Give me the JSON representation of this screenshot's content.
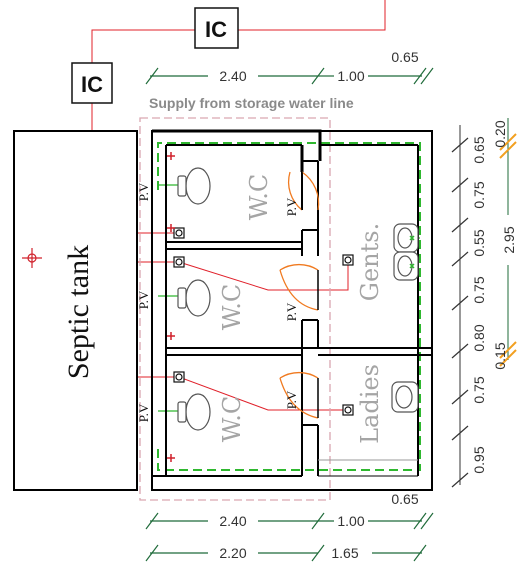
{
  "inspection_chambers": [
    "IC",
    "IC"
  ],
  "supply_note": "Supply from storage water line",
  "septic_tank_label": "Septic tank",
  "rooms": {
    "wc_top": "W.C",
    "wc_middle": "W.C",
    "wc_bottom": "W.C",
    "gents": "Gents.",
    "ladies": "Ladies"
  },
  "vent_labels": [
    "P.V",
    "P.V",
    "P.V",
    "P.V",
    "P.V",
    "P.V"
  ],
  "dimensions": {
    "top_wc_width": "2.40",
    "top_room_width": "1.00",
    "top_offset": "0.65",
    "bottom_offset": "0.65",
    "bottom_wc_width": "2.40",
    "bottom_room_width": "1.00",
    "overall_left": "2.20",
    "overall_right": "1.65",
    "right_column": [
      "0.65",
      "0.75",
      "0.55",
      "0.75",
      "0.80",
      "0.75",
      "0.95"
    ],
    "far_right_top": "0.20",
    "far_right_total": "2.95",
    "far_right_bottom": "0.15"
  },
  "colors": {
    "wall": "#000000",
    "drain_pipe": "#e0202a",
    "water_supply": "#2fb82f",
    "door_swing": "#f07a20",
    "dimension_line": "#1f6b3a",
    "septic_boundary": "#d9a6b0",
    "fixture_text": "#a5a5a5",
    "hatch_break": "#f2a020"
  }
}
